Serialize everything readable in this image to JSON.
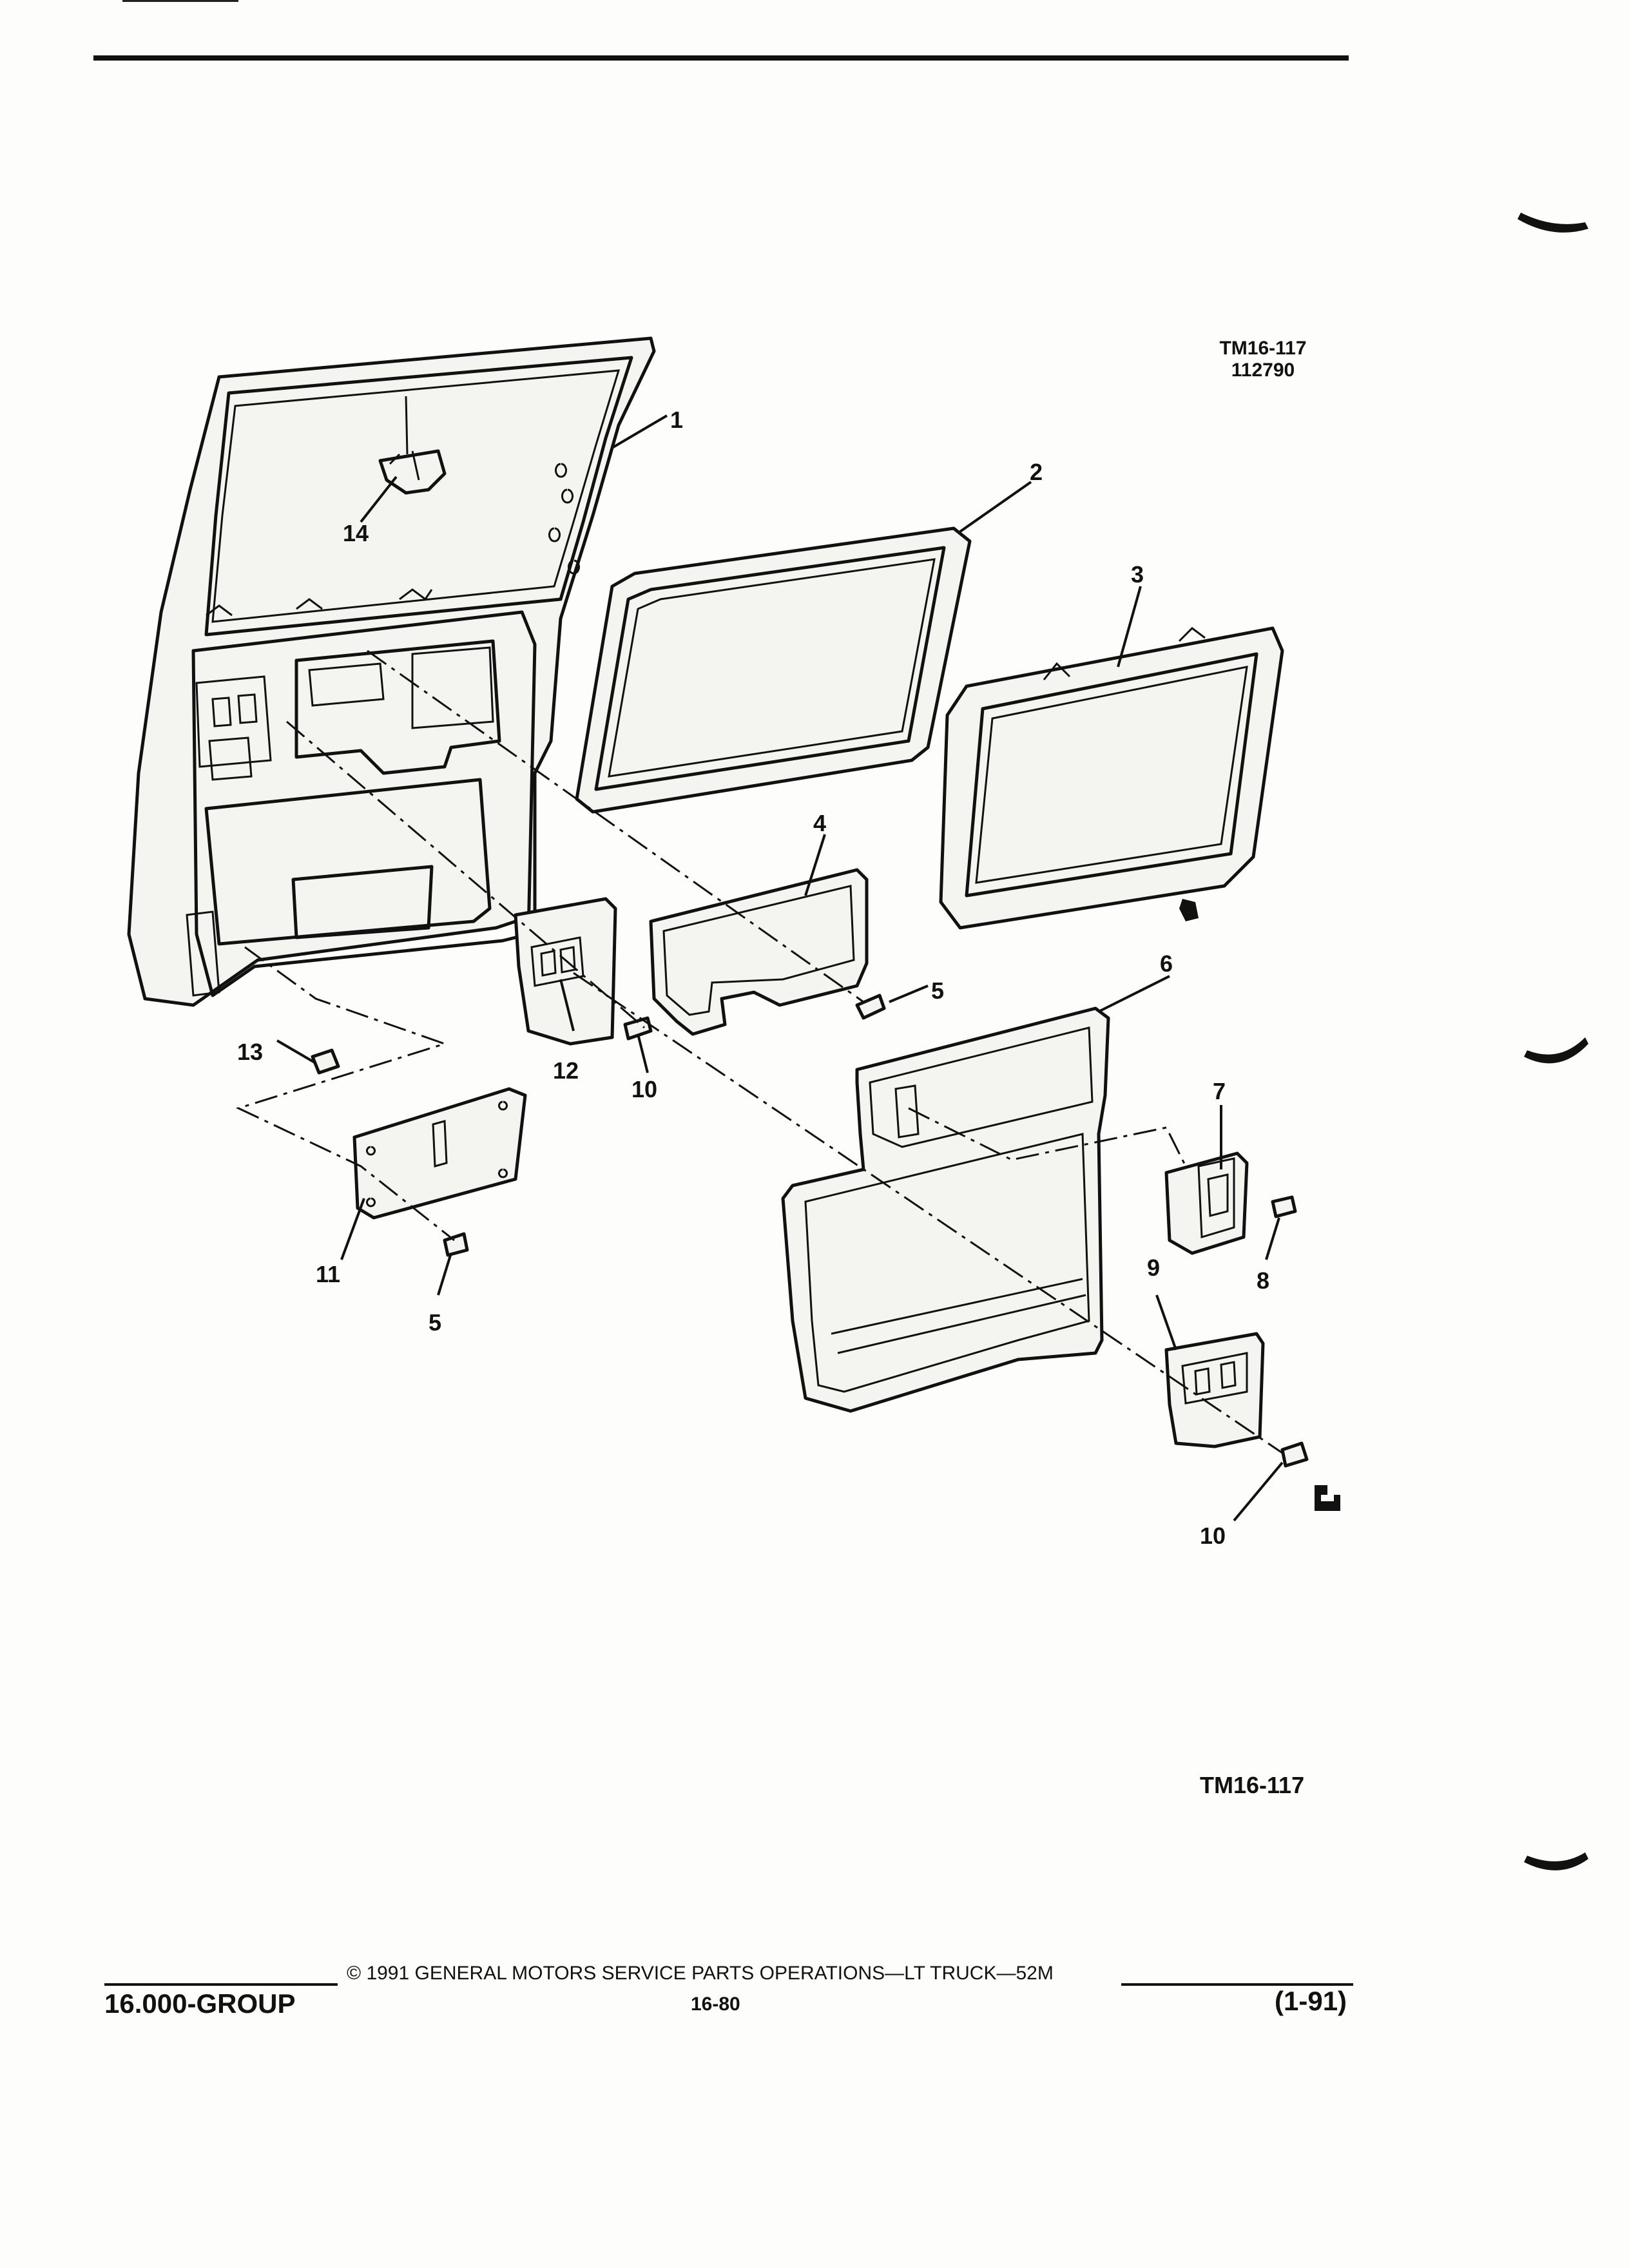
{
  "figure": {
    "code": "TM16-117",
    "date_code": "112790",
    "footer_code": "TM16-117"
  },
  "callouts": {
    "c1": "1",
    "c2": "2",
    "c3": "3",
    "c4": "4",
    "c5a": "5",
    "c5b": "5",
    "c6": "6",
    "c7": "7",
    "c8": "8",
    "c9": "9",
    "c10a": "10",
    "c10b": "10",
    "c11": "11",
    "c12": "12",
    "c13": "13",
    "c14": "14"
  },
  "footer": {
    "copyright": "© 1991 GENERAL MOTORS SERVICE PARTS OPERATIONS—LT TRUCK—52M",
    "group": "16.000-GROUP",
    "page": "16-80",
    "revision": "(1-91)"
  }
}
